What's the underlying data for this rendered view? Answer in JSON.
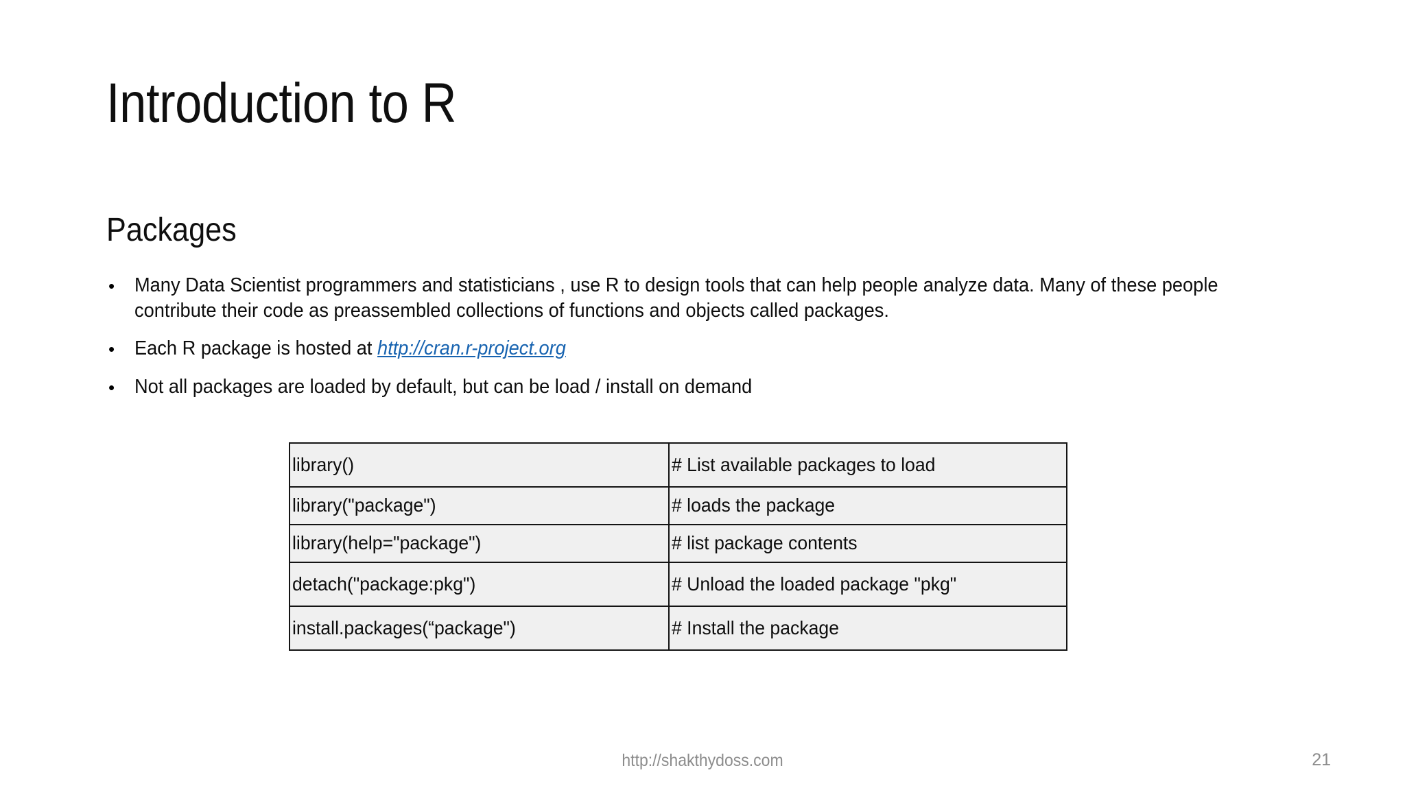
{
  "slide": {
    "title": "Introduction to R",
    "section_heading": "Packages",
    "bullet_marker": "•",
    "bullets": [
      {
        "before": "Many Data Scientist programmers and statisticians , use R to design tools that can help people analyze data. Many of these people contribute their code as preassembled collections of functions and objects called packages.",
        "link": "",
        "after": ""
      },
      {
        "before": "Each R package is hosted at ",
        "link": "http://cran.r-project.org",
        "after": ""
      },
      {
        "before": "Not all packages are loaded by default, but can be load / install on demand",
        "link": "",
        "after": ""
      }
    ],
    "table": {
      "rows": [
        {
          "command": "library()",
          "comment": "# List available packages to load"
        },
        {
          "command": "library(\"package\")",
          "comment": "# loads the package"
        },
        {
          "command": "library(help=\"package\")",
          "comment": "# list package contents"
        },
        {
          "command": "detach(\"package:pkg\")",
          "comment": "# Unload the loaded package \"pkg\""
        },
        {
          "command": " install.packages(“package\")",
          "comment": "# Install the package"
        }
      ]
    },
    "footer": {
      "url": "http://shakthydoss.com",
      "page_number": "21"
    },
    "colors": {
      "text": "#0d0d0d",
      "link": "#1763b0",
      "table_fill": "#f0f0f0",
      "table_border": "#141414",
      "footer_text": "#8c8c8c",
      "background": "#ffffff"
    }
  }
}
